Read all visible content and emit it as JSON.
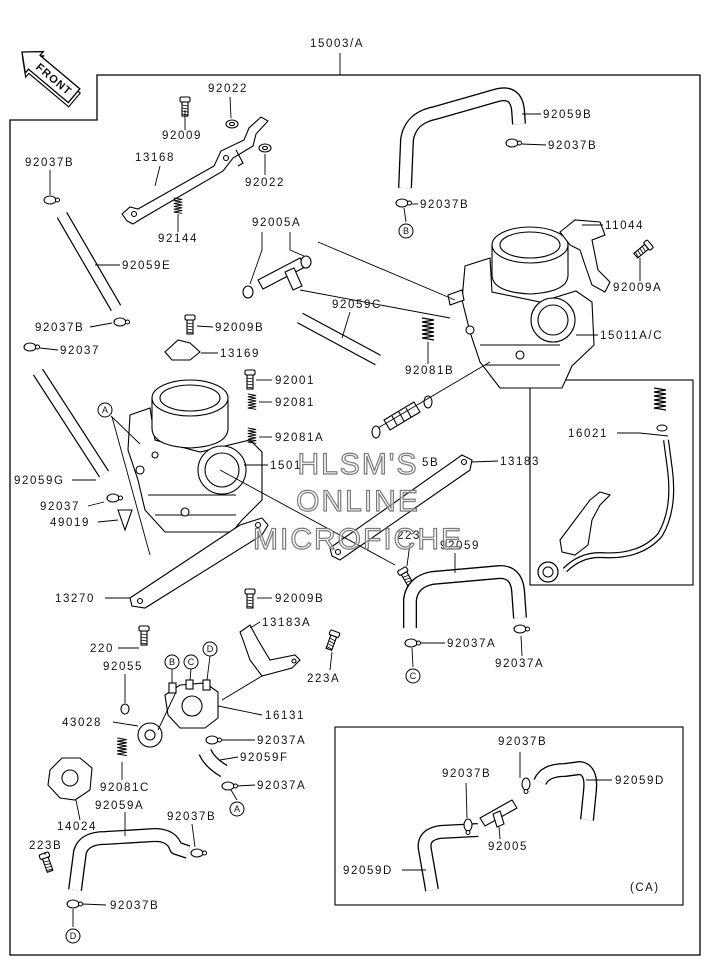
{
  "diagram": {
    "assembly_ref": "15003/A",
    "front_label": "FRONT",
    "callouts": [
      "92022",
      "92009",
      "13168",
      "92022",
      "92037B",
      "92144",
      "92059B",
      "92037B",
      "92037B",
      "11044",
      "92005A",
      "92009A",
      "92059E",
      "92059C",
      "92037B",
      "92009B",
      "15011A/C",
      "92037",
      "13169",
      "92081B",
      "92001",
      "92081",
      "16021",
      "92081A",
      "1501",
      "5B",
      "13183",
      "92059G",
      "92037",
      "49019",
      "223",
      "92059",
      "13270",
      "92009B",
      "13183A",
      "92037A",
      "220",
      "92037A",
      "92055",
      "223A",
      "43028",
      "16131",
      "92037A",
      "92037B",
      "92059F",
      "92037B",
      "92059D",
      "92081C",
      "92037A",
      "92059A",
      "14024",
      "92037B",
      "223B",
      "92005",
      "92059D",
      "92037B"
    ],
    "ref_markers": [
      "A",
      "B",
      "A",
      "C",
      "D",
      "B",
      "C",
      "D"
    ],
    "inset_label": "(CA)",
    "watermark": [
      "HLSM'S",
      "ONLINE",
      "MICROFICHE"
    ]
  }
}
